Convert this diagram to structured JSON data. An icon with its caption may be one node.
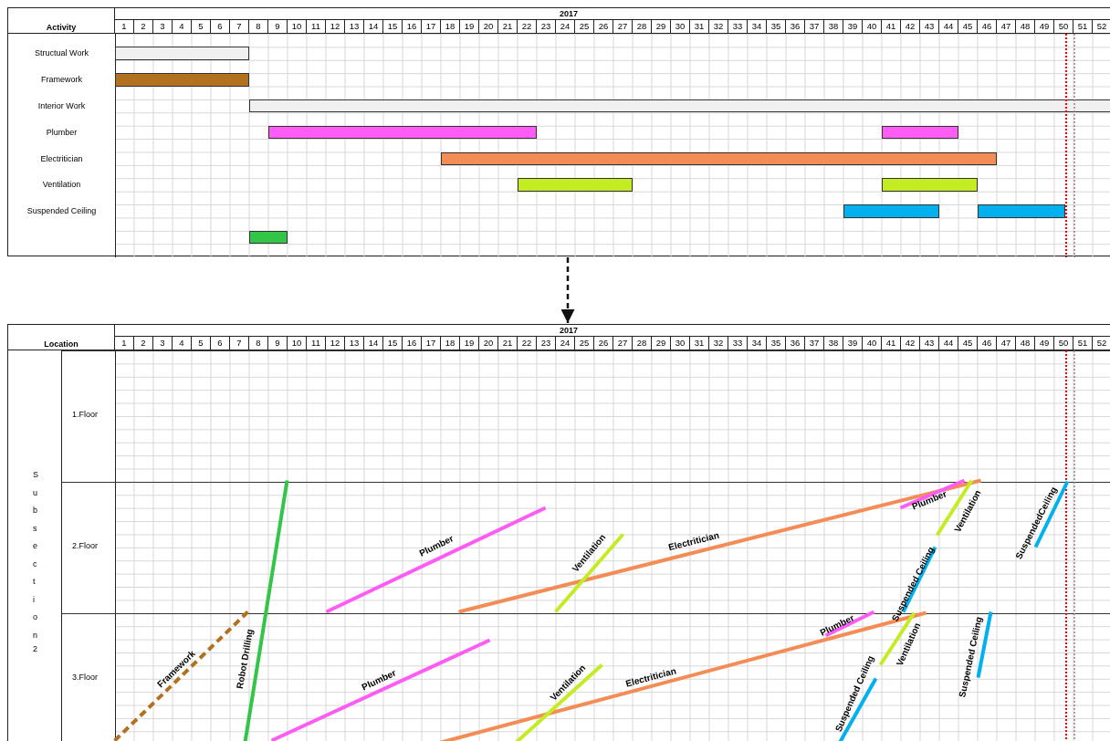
{
  "diagram": {
    "nodes": [
      {
        "text": [
          "Activity",
          "2017"
        ]
      },
      {
        "text": [],
        "shape": "bar",
        "in": 0
      },
      {
        "text": [],
        "shape": "bar",
        "in": 0
      },
      {
        "text": [],
        "shape": "bar",
        "in": 0
      },
      {
        "text": [],
        "shape": "bar",
        "in": 0
      },
      {
        "text": [],
        "shape": "bar",
        "in": 0
      },
      {
        "text": [],
        "shape": "bar",
        "in": 0
      },
      {
        "text": [],
        "shape": "bar",
        "in": 0
      },
      {
        "text": [],
        "shape": "bar",
        "in": 0
      },
      {
        "text": [],
        "shape": "bar",
        "in": 0
      },
      {
        "text": [],
        "shape": "bar",
        "in": 0
      },
      {
        "text": [],
        "shape": "bar",
        "in": 0
      },
      {
        "text": [
          "Location",
          "2017"
        ]
      }
    ],
    "edges": [
      {
        "from": 0,
        "to": 12,
        "arrow": "to",
        "style": "dashed"
      }
    ],
    "labels": [
      "1",
      "2",
      "3",
      "4",
      "5",
      "6",
      "7",
      "8",
      "9",
      "10",
      "11",
      "12",
      "13",
      "14",
      "15",
      "16",
      "17",
      "18",
      "19",
      "20",
      "21",
      "22",
      "23",
      "24",
      "25",
      "26",
      "27",
      "28",
      "29",
      "30",
      "31",
      "32",
      "33",
      "34",
      "35",
      "36",
      "37",
      "38",
      "39",
      "40",
      "41",
      "42",
      "43",
      "44",
      "45",
      "46",
      "47",
      "48",
      "49",
      "50",
      "51",
      "52",
      "Structual Work",
      "Framework",
      "Interior Work",
      "Plumber",
      "Electritician",
      "Ventilation",
      "Suspended Ceiling",
      "1",
      "2",
      "3",
      "4",
      "5",
      "6",
      "7",
      "8",
      "9",
      "10",
      "11",
      "12",
      "13",
      "14",
      "15",
      "16",
      "17",
      "18",
      "19",
      "20",
      "21",
      "22",
      "23",
      "24",
      "25",
      "26",
      "27",
      "28",
      "29",
      "30",
      "31",
      "32",
      "33",
      "34",
      "35",
      "36",
      "37",
      "38",
      "39",
      "40",
      "41",
      "42",
      "43",
      "44",
      "45",
      "46",
      "47",
      "48",
      "49",
      "50",
      "51",
      "52",
      "Subsection",
      "2",
      "1.Floor",
      "2.Floor",
      "3.Floor",
      "Plumber",
      "Ventilation",
      "Electritician",
      "Suspended Ceiling",
      "Plumber",
      "Ventilation",
      "SuspendedCeiling",
      "Framework",
      "Robot Drilling",
      "Plumber",
      "Ventilation",
      "Electritician",
      "Plumber",
      "Ventilation",
      "Suspended Ceiling",
      "Suspended Ceiling"
    ]
  }
}
